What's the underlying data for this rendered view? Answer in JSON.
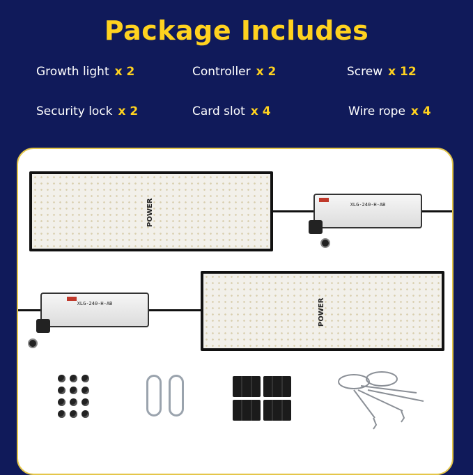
{
  "title": "Package Includes",
  "items": [
    {
      "label": "Growth light",
      "qty": "x 2"
    },
    {
      "label": "Controller",
      "qty": "x 2"
    },
    {
      "label": "Screw",
      "qty": "x 12"
    },
    {
      "label": "Security lock",
      "qty": "x 2"
    },
    {
      "label": "Card slot",
      "qty": "x 4"
    },
    {
      "label": "Wire rope",
      "qty": "x 4"
    }
  ],
  "product": {
    "model": "XLG-240-H-AB",
    "brand_mark": "POWER"
  },
  "colors": {
    "background": "#101a5a",
    "accent": "#ffd21f",
    "panel_border": "#e4c64a"
  }
}
